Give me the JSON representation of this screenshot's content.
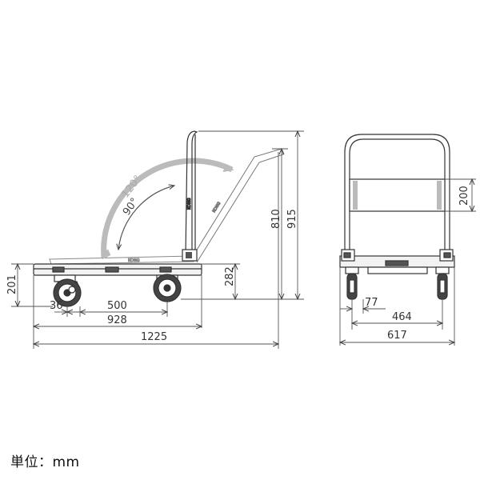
{
  "unit_label": "単位：mm",
  "side_view": {
    "brand_marks": [
      "KONG",
      "KONG",
      "KONG"
    ],
    "angles": {
      "open": "120°",
      "upright": "90°"
    },
    "dimensions": {
      "handle_height": "810",
      "overall_height": "915",
      "deck_height": "282",
      "chassis_height": "201",
      "caster_offset": "36",
      "wheelbase": "500",
      "deck_length": "928",
      "overall_length": "1225"
    }
  },
  "front_view": {
    "dimensions": {
      "panel_height": "200",
      "wheel_offset": "77",
      "wheel_track": "464",
      "overall_width": "617"
    }
  },
  "colors": {
    "line": "#333333",
    "dim": "#555555",
    "arc": "#aaaaaa"
  }
}
